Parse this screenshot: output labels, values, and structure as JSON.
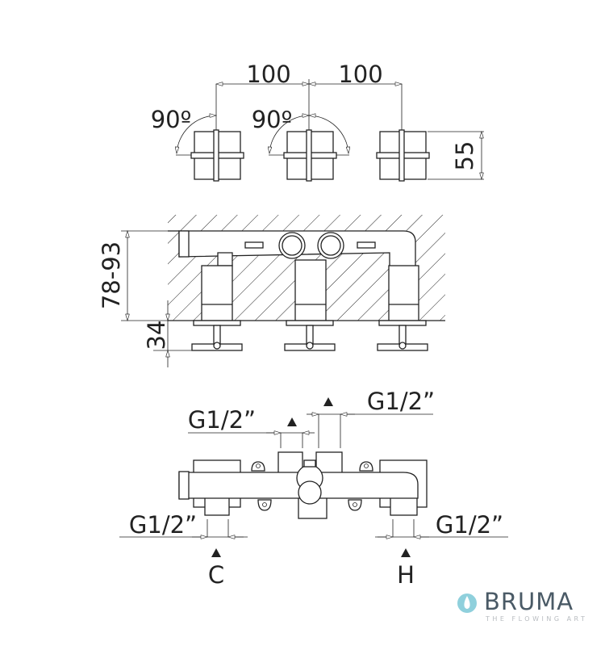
{
  "top_view": {
    "spacing_left": "100",
    "spacing_right": "100",
    "rotation_left": "90º",
    "rotation_middle": "90º",
    "height": "55"
  },
  "side_view": {
    "depth_range": "78-93",
    "projection": "34"
  },
  "bottom_view": {
    "port_top_left": "G1/2”",
    "port_top_right": "G1/2”",
    "port_bottom_left": "G1/2”",
    "port_bottom_right": "G1/2”",
    "cold_label": "C",
    "hot_label": "H"
  },
  "brand": {
    "name": "BRUMA",
    "tagline": "THE FLOWING ART",
    "color": "#4a5a66",
    "accent": "#8fd0dc"
  }
}
